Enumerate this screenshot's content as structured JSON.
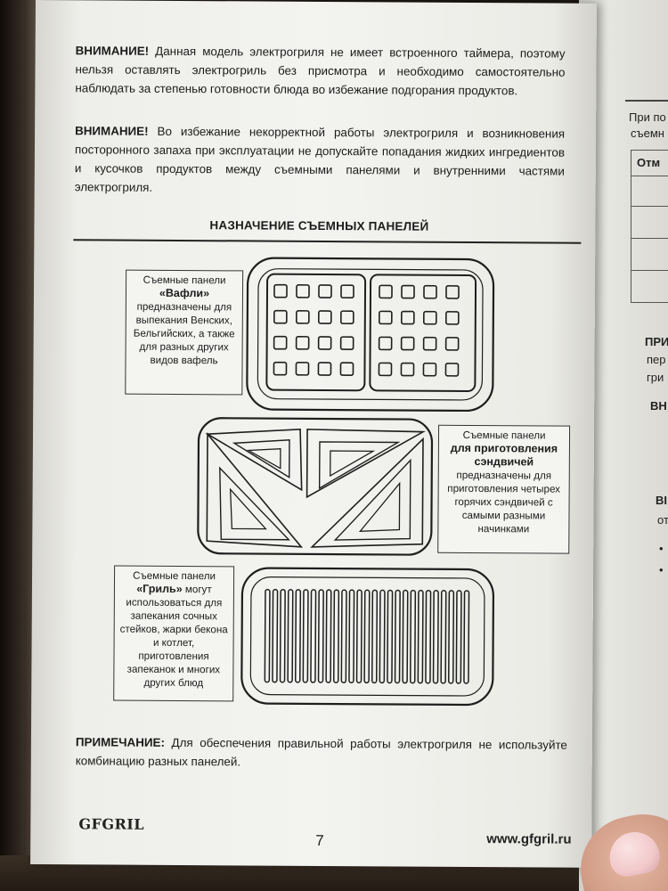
{
  "warnings": [
    {
      "label": "ВНИМАНИЕ!",
      "text": " Данная модель электрогриля не имеет встроенного таймера, поэтому нельзя оставлять электрогриль без присмотра и необходимо самостоятельно наблюдать за степенью готовности блюда во избежание подгорания продуктов."
    },
    {
      "label": "ВНИМАНИЕ!",
      "text": " Во избежание некорректной работы электрогриля и возникновения посторонного запаха при эксплуатации не допускайте попадания жидких ингредиентов и кусочков продуктов между съемными панелями и внутренними частями электрогриля."
    }
  ],
  "section_title": "НАЗНАЧЕНИЕ СЪЕМНЫХ ПАНЕЛЕЙ",
  "panels": {
    "waffle": {
      "line1": "Съемные панели",
      "name": "«Вафли»",
      "desc": "предназначены для выпекания Венских, Бельгийских, а также для разных других видов вафель"
    },
    "sandwich": {
      "line1": "Съемные панели",
      "name": "для приготовления сэндвичей",
      "desc": "предназначены для приготовления четырех горячих сэндвичей с самыми разными начинками"
    },
    "grill": {
      "line1": "Съемные панели",
      "name": "«Гриль»",
      "name_suffix": " могут",
      "desc": "использоваться для запекания сочных стейков, жарки бекона и котлет, приготовления запеканок и многих других блюд"
    }
  },
  "note": {
    "label": "ПРИМЕЧАНИЕ:",
    "text": " Для обеспечения правильной работы электрогриля не используйте комбинацию разных панелей."
  },
  "footer": {
    "logo": "GFGRIL",
    "page_number": "7",
    "website": "www.gfgril.ru"
  },
  "adjacent_page": {
    "fragments": [
      "При по",
      "съемн",
      "Отм",
      "ПРИ",
      "пер",
      "гри",
      "ВН",
      "ВІ",
      "от",
      "•",
      "•"
    ]
  },
  "colors": {
    "paper": "#f3f3f0",
    "ink": "#1b1b1b",
    "background": "#1d1712"
  }
}
